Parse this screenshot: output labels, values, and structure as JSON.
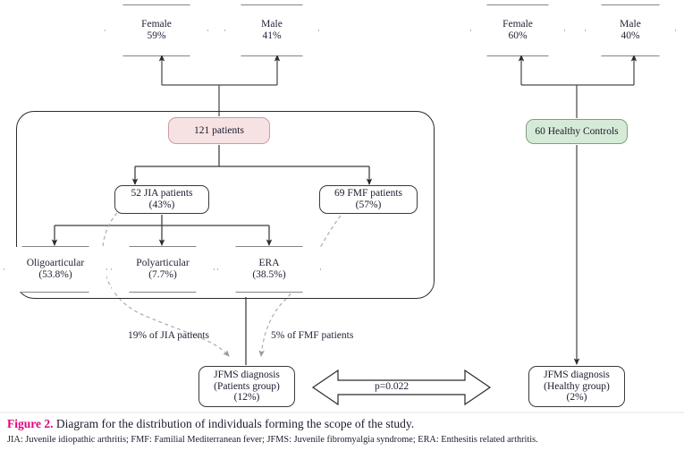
{
  "figure": {
    "label": "Figure 2.",
    "caption": "Diagram for the distribution of individuals forming the scope of the study.",
    "abbreviations": "JIA: Juvenile idiopathic arthritis; FMF: Familial Mediterranean fever; JFMS: Juvenile fibromyalgia syndrome; ERA: Enthesitis related arthritis.",
    "label_color": "#e3007d"
  },
  "diagram": {
    "type": "flowchart",
    "patients_branch": {
      "gender": [
        {
          "name": "Female",
          "value": "59%"
        },
        {
          "name": "Male",
          "value": "41%"
        }
      ],
      "root": {
        "title": "121 patients",
        "fill": "#f7e2e3",
        "stroke": "#cf9aa2"
      },
      "groups": [
        {
          "title": "52 JIA patients",
          "value": "(43%)"
        },
        {
          "title": "69 FMF patients",
          "value": "(57%)"
        }
      ],
      "jia_subtypes": [
        {
          "name": "Oligoarticular",
          "value": "(53.8%)"
        },
        {
          "name": "Polyarticular",
          "value": "(7.7%)"
        },
        {
          "name": "ERA",
          "value": "(38.5%)"
        }
      ],
      "dashed_labels": [
        {
          "text": "19% of JIA patients"
        },
        {
          "text": "5% of FMF patients"
        }
      ],
      "outcome": {
        "line1": "JFMS diagnosis",
        "line2": "(Patients group)",
        "line3": "(12%)"
      }
    },
    "controls_branch": {
      "gender": [
        {
          "name": "Female",
          "value": "60%"
        },
        {
          "name": "Male",
          "value": "40%"
        }
      ],
      "root": {
        "title": "60 Healthy Controls",
        "fill": "#d6ebd7",
        "stroke": "#7f9f86"
      },
      "outcome": {
        "line1": "JFMS diagnosis",
        "line2": "(Healthy group)",
        "line3": "(2%)"
      }
    },
    "comparison": {
      "pvalue": "p=0.022"
    }
  }
}
